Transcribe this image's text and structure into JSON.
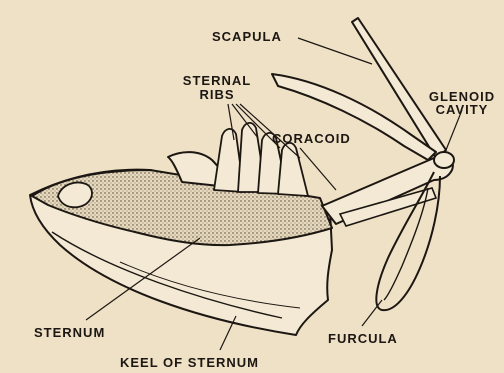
{
  "labels": {
    "scapula": "SCAPULA",
    "sternal_ribs_line1": "STERNAL",
    "sternal_ribs_line2": "RIBS",
    "coracoid": "CORACOID",
    "glenoid_line1": "GLENOID",
    "glenoid_line2": "CAVITY",
    "sternum": "STERNUM",
    "furcula": "FURCULA",
    "keel": "KEEL OF STERNUM"
  },
  "colors": {
    "paper": "#efe1c6",
    "ink": "#1c1712",
    "bone_fill": "#f3e9d4"
  }
}
